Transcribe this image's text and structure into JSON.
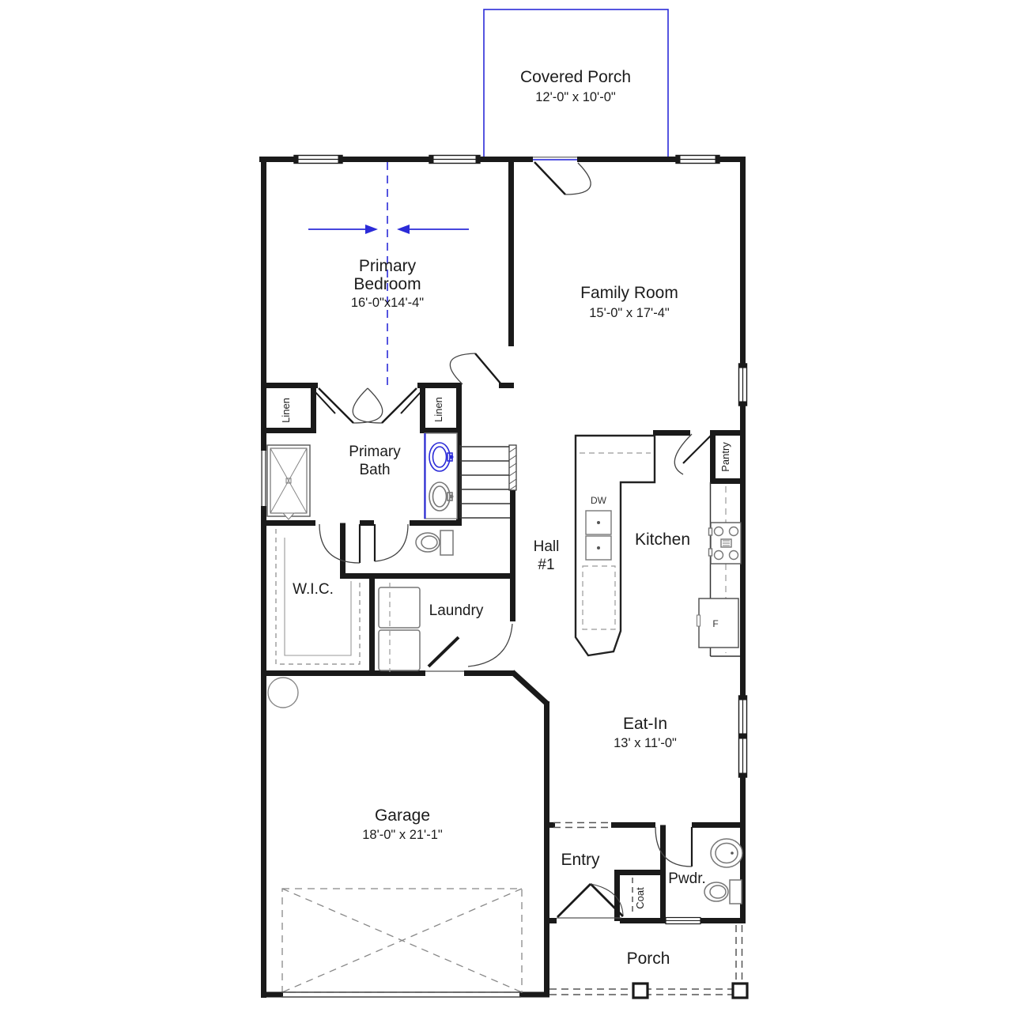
{
  "plan": {
    "rooms": {
      "covered_porch": {
        "name": "Covered Porch",
        "dims": "12'-0\" x 10'-0\""
      },
      "primary_bedroom": {
        "name1": "Primary",
        "name2": "Bedroom",
        "dims": "16'-0\"x14'-4\""
      },
      "family_room": {
        "name": "Family Room",
        "dims": "15'-0\" x 17'-4\""
      },
      "primary_bath": {
        "name1": "Primary",
        "name2": "Bath"
      },
      "hall": {
        "name1": "Hall",
        "name2": "#1"
      },
      "kitchen": {
        "name": "Kitchen"
      },
      "eat_in": {
        "name": "Eat-In",
        "dims": "13' x 11'-0\""
      },
      "garage": {
        "name": "Garage",
        "dims": "18'-0\" x 21'-1\""
      },
      "laundry": {
        "name": "Laundry"
      },
      "wic": {
        "name": "W.I.C."
      },
      "entry": {
        "name": "Entry"
      },
      "powder": {
        "name": "Pwdr."
      },
      "porch": {
        "name": "Porch"
      }
    },
    "closets": {
      "linen_left": "Linen",
      "linen_right": "Linen",
      "pantry": "Pantry",
      "coat": "Coat"
    },
    "appliances": {
      "dishwasher": "DW",
      "fridge": "F"
    },
    "colors": {
      "wall": "#1a1a1a",
      "accent_blue": "#2b2bd8",
      "fixture_gray": "#7d7d7d"
    }
  }
}
